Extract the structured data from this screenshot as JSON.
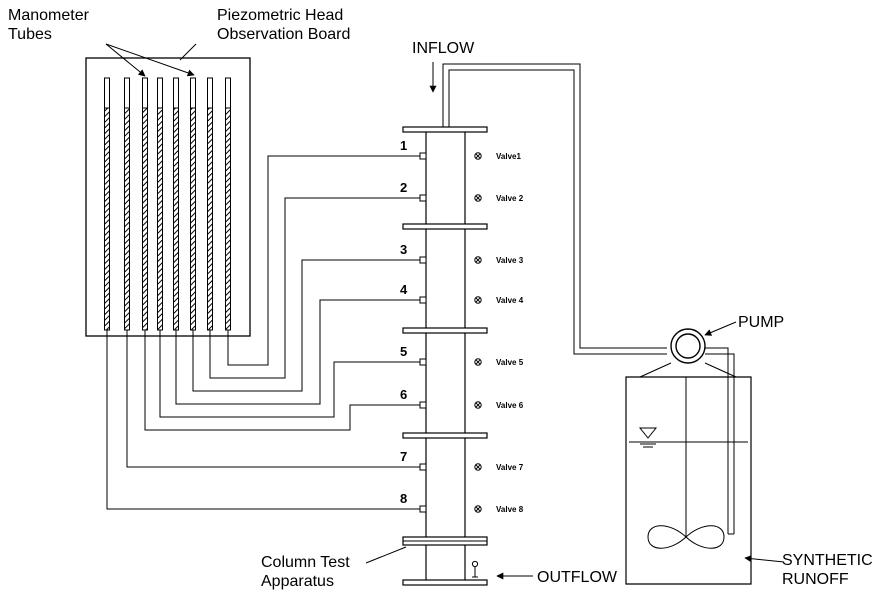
{
  "labels": {
    "manometer_tubes_line1": "Manometer",
    "manometer_tubes_line2": "Tubes",
    "board_line1": "Piezometric Head",
    "board_line2": "Observation Board",
    "inflow": "INFLOW",
    "pump": "PUMP",
    "outflow": "OUTFLOW",
    "synthetic_line1": "SYNTHETIC",
    "synthetic_line2": "RUNOFF",
    "column_line1": "Column Test",
    "column_line2": "Apparatus"
  },
  "ports": [
    {
      "number": "1",
      "valve": "Valve1"
    },
    {
      "number": "2",
      "valve": "Valve 2"
    },
    {
      "number": "3",
      "valve": "Valve 3"
    },
    {
      "number": "4",
      "valve": "Valve 4"
    },
    {
      "number": "5",
      "valve": "Valve 5"
    },
    {
      "number": "6",
      "valve": "Valve 6"
    },
    {
      "number": "7",
      "valve": "Valve 7"
    },
    {
      "number": "8",
      "valve": "Valve 8"
    }
  ],
  "manometer_tube_count": 8
}
